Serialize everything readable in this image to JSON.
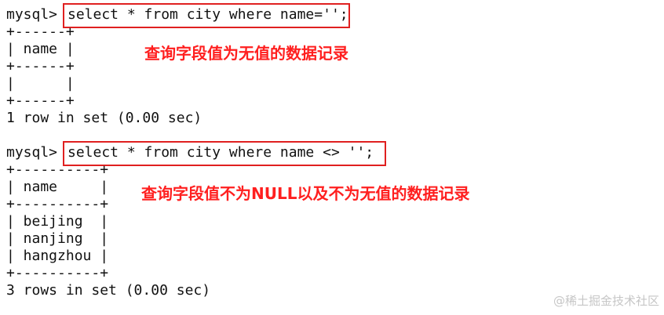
{
  "query1": {
    "prompt": "mysql>",
    "command": "select * from city where name='';",
    "table_lines": [
      "+------+",
      "| name |",
      "+------+",
      "|      |",
      "+------+"
    ],
    "result_line": "1 row in set (0.00 sec)",
    "annotation": "查询字段值为无值的数据记录"
  },
  "query2": {
    "prompt": "mysql>",
    "command": "select * from city where name <> '';",
    "table_lines": [
      "+----------+",
      "| name     |",
      "+----------+",
      "| beijing  |",
      "| nanjing  |",
      "| hangzhou |",
      "+----------+"
    ],
    "result_line": "3 rows in set (0.00 sec)",
    "annotation": "查询字段值不为NULL以及不为无值的数据记录"
  },
  "watermark": "@稀土掘金技术社区",
  "colors": {
    "highlight": "#e02020",
    "annotation": "#ff1f1f",
    "text": "#111111",
    "background": "#ffffff",
    "watermark": "#c6c6c6"
  }
}
